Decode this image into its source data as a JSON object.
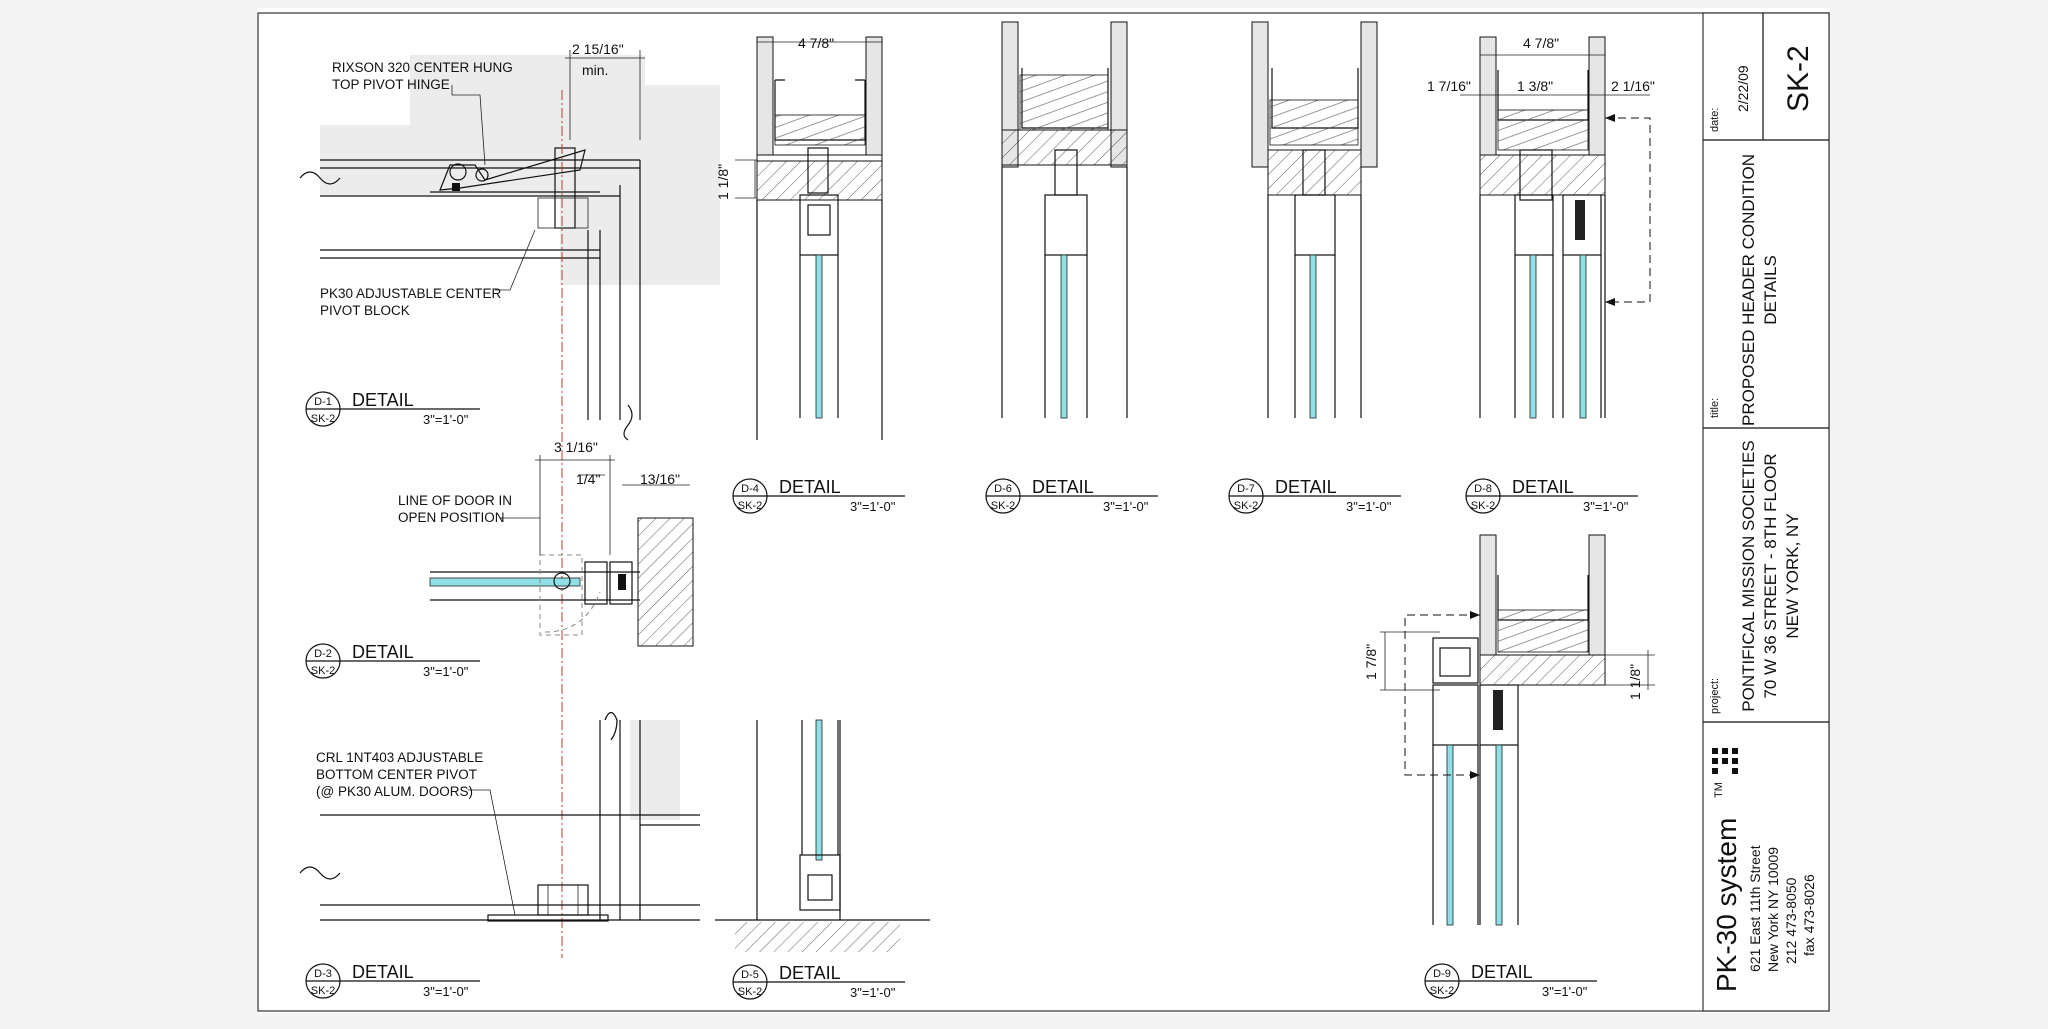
{
  "sheet": {
    "number": "SK-2",
    "date_label": "date:",
    "date": "2/22/09",
    "title_label": "title:",
    "title_lines": [
      "PROPOSED HEADER CONDITION",
      "DETAILS"
    ],
    "project_label": "project:",
    "project_lines": [
      "PONTIFICAL MISSION SOCIETIES",
      "70 W 36 STREET - 8TH FLOOR",
      "NEW YORK, NY"
    ],
    "company": "PK-30 system",
    "trademark": "TM",
    "address_lines": [
      "621 East 11th Street",
      "New York  NY 10009",
      "212 473-8050",
      "fax  473-8026"
    ]
  },
  "details": [
    {
      "id": "D-1",
      "sheet": "SK-2",
      "label": "DETAIL",
      "scale": "3\"=1'-0\""
    },
    {
      "id": "D-2",
      "sheet": "SK-2",
      "label": "DETAIL",
      "scale": "3\"=1'-0\""
    },
    {
      "id": "D-3",
      "sheet": "SK-2",
      "label": "DETAIL",
      "scale": "3\"=1'-0\""
    },
    {
      "id": "D-4",
      "sheet": "SK-2",
      "label": "DETAIL",
      "scale": "3\"=1'-0\""
    },
    {
      "id": "D-5",
      "sheet": "SK-2",
      "label": "DETAIL",
      "scale": "3\"=1'-0\""
    },
    {
      "id": "D-6",
      "sheet": "SK-2",
      "label": "DETAIL",
      "scale": "3\"=1'-0\""
    },
    {
      "id": "D-7",
      "sheet": "SK-2",
      "label": "DETAIL",
      "scale": "3\"=1'-0\""
    },
    {
      "id": "D-8",
      "sheet": "SK-2",
      "label": "DETAIL",
      "scale": "3\"=1'-0\""
    },
    {
      "id": "D-9",
      "sheet": "SK-2",
      "label": "DETAIL",
      "scale": "3\"=1'-0\""
    }
  ],
  "annotations": {
    "rixson_line1": "RIXSON 320 CENTER HUNG",
    "rixson_line2": "TOP PIVOT HINGE",
    "pk30_line1": "PK30 ADJUSTABLE CENTER",
    "pk30_line2": "PIVOT BLOCK",
    "door_line1": "LINE OF DOOR IN",
    "door_line2": "OPEN POSITION",
    "crl_line1": "CRL 1NT403 ADJUSTABLE",
    "crl_line2": "BOTTOM CENTER PIVOT",
    "crl_line3": "(@ PK30 ALUM. DOORS)"
  },
  "dimensions": {
    "d1_width": "2 15/16\"",
    "d1_min": "min.",
    "d2_width": "3 1/16\"",
    "d2_quarter": "1/4\"",
    "d2_thirteen": "13/16\"",
    "d4_width": "4 7/8\"",
    "d4_height": "1 1/8\"",
    "d8_width": "4 7/8\"",
    "d8_left": "1 7/16\"",
    "d8_mid": "1 3/8\"",
    "d8_right": "2 1/16\"",
    "d9_left": "1 7/8\"",
    "d9_right": "1 1/8\""
  }
}
